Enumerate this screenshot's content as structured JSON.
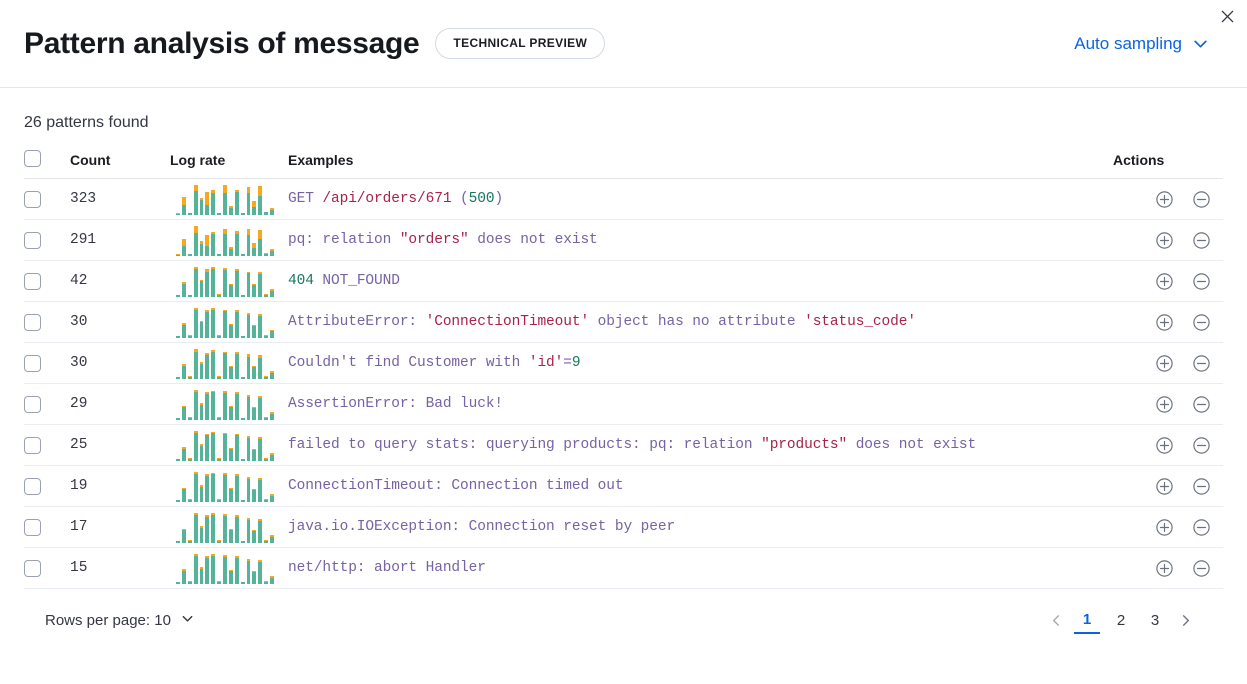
{
  "header": {
    "title": "Pattern analysis of message",
    "badge": "TECHNICAL PREVIEW",
    "sampling_label": "Auto sampling",
    "chevron_icon": "chevron-down-icon",
    "close_icon": "close-icon"
  },
  "summary": {
    "patterns_found": "26 patterns found"
  },
  "table": {
    "columns": [
      "",
      "Count",
      "Log rate",
      "Examples",
      "Actions"
    ],
    "rows": [
      {
        "count": "323",
        "example_tokens": [
          {
            "t": "GET ",
            "c": "kw"
          },
          {
            "t": "/api/orders/671",
            "c": "str"
          },
          {
            "t": " (",
            "c": "kw"
          },
          {
            "t": "500",
            "c": "num"
          },
          {
            "t": ")",
            "c": "kw"
          }
        ],
        "example_plain": "GET /api/orders/671 (500)",
        "spark": [
          [
            3,
            1
          ],
          [
            22,
            17
          ],
          [
            4,
            1
          ],
          [
            52,
            12
          ],
          [
            32,
            4
          ],
          [
            22,
            28
          ],
          [
            48,
            5
          ],
          [
            4,
            1
          ],
          [
            48,
            16
          ],
          [
            14,
            6
          ],
          [
            50,
            3
          ],
          [
            4,
            1
          ],
          [
            48,
            12
          ],
          [
            18,
            12
          ],
          [
            40,
            22
          ],
          [
            6,
            1
          ],
          [
            11,
            5
          ]
        ]
      },
      {
        "count": "291",
        "example_tokens": [
          {
            "t": "pq: relation ",
            "c": "kw"
          },
          {
            "t": "\"orders\"",
            "c": "str"
          },
          {
            "t": " does not exist",
            "c": "kw"
          }
        ],
        "example_plain": "pq: relation \"orders\" does not exist",
        "spark": [
          [
            3,
            1
          ],
          [
            24,
            16
          ],
          [
            5,
            1
          ],
          [
            56,
            16
          ],
          [
            30,
            6
          ],
          [
            24,
            26
          ],
          [
            52,
            6
          ],
          [
            5,
            1
          ],
          [
            52,
            14
          ],
          [
            16,
            6
          ],
          [
            54,
            5
          ],
          [
            4,
            1
          ],
          [
            50,
            14
          ],
          [
            20,
            12
          ],
          [
            42,
            20
          ],
          [
            6,
            1
          ],
          [
            12,
            6
          ]
        ]
      },
      {
        "count": "42",
        "example_tokens": [
          {
            "t": "404",
            "c": "num"
          },
          {
            "t": " NOT_FOUND",
            "c": "kw"
          }
        ],
        "example_plain": "404 NOT_FOUND",
        "spark": [
          [
            4,
            1
          ],
          [
            28,
            4
          ],
          [
            4,
            1
          ],
          [
            62,
            4
          ],
          [
            36,
            2
          ],
          [
            56,
            5
          ],
          [
            62,
            3
          ],
          [
            5,
            1
          ],
          [
            60,
            3
          ],
          [
            26,
            2
          ],
          [
            58,
            4
          ],
          [
            4,
            1
          ],
          [
            52,
            3
          ],
          [
            26,
            2
          ],
          [
            50,
            6
          ],
          [
            5,
            1
          ],
          [
            14,
            4
          ]
        ]
      },
      {
        "count": "30",
        "example_tokens": [
          {
            "t": "AttributeError: ",
            "c": "kw"
          },
          {
            "t": "'ConnectionTimeout'",
            "c": "str"
          },
          {
            "t": " object has no attribute ",
            "c": "kw"
          },
          {
            "t": "'status_code'",
            "c": "str"
          }
        ],
        "example_plain": "AttributeError: 'ConnectionTimeout' object has no attribute 'status_code'",
        "spark": [
          [
            4,
            1
          ],
          [
            28,
            4
          ],
          [
            5,
            1
          ],
          [
            60,
            4
          ],
          [
            34,
            3
          ],
          [
            56,
            3
          ],
          [
            60,
            4
          ],
          [
            5,
            1
          ],
          [
            58,
            2
          ],
          [
            28,
            2
          ],
          [
            56,
            3
          ],
          [
            4,
            1
          ],
          [
            50,
            4
          ],
          [
            26,
            2
          ],
          [
            48,
            4
          ],
          [
            5,
            1
          ],
          [
            14,
            3
          ]
        ]
      },
      {
        "count": "30",
        "example_tokens": [
          {
            "t": "Couldn't find Customer with ",
            "c": "kw"
          },
          {
            "t": "'id'",
            "c": "str"
          },
          {
            "t": "=",
            "c": "kw"
          },
          {
            "t": "9",
            "c": "num"
          }
        ],
        "example_plain": "Couldn't find Customer with 'id'=9",
        "spark": [
          [
            4,
            1
          ],
          [
            28,
            5
          ],
          [
            5,
            1
          ],
          [
            60,
            7
          ],
          [
            34,
            4
          ],
          [
            54,
            4
          ],
          [
            60,
            5
          ],
          [
            5,
            1
          ],
          [
            58,
            3
          ],
          [
            26,
            3
          ],
          [
            56,
            4
          ],
          [
            4,
            1
          ],
          [
            50,
            5
          ],
          [
            26,
            3
          ],
          [
            48,
            5
          ],
          [
            5,
            1
          ],
          [
            14,
            4
          ]
        ]
      },
      {
        "count": "29",
        "example_tokens": [
          {
            "t": "AssertionError: Bad luck!",
            "c": "kw"
          }
        ],
        "example_plain": "AssertionError: Bad luck!",
        "spark": [
          [
            4,
            1
          ],
          [
            26,
            4
          ],
          [
            5,
            1
          ],
          [
            58,
            4
          ],
          [
            32,
            3
          ],
          [
            54,
            4
          ],
          [
            58,
            3
          ],
          [
            5,
            1
          ],
          [
            56,
            3
          ],
          [
            26,
            2
          ],
          [
            54,
            4
          ],
          [
            4,
            1
          ],
          [
            48,
            3
          ],
          [
            24,
            3
          ],
          [
            46,
            4
          ],
          [
            5,
            1
          ],
          [
            13,
            3
          ]
        ]
      },
      {
        "count": "25",
        "example_tokens": [
          {
            "t": "failed to query stats: querying products: pq: relation ",
            "c": "kw"
          },
          {
            "t": "\"products\"",
            "c": "str"
          },
          {
            "t": " does not exist",
            "c": "kw"
          }
        ],
        "example_plain": "failed to query stats: querying products: pq: relation \"products\" does not exist",
        "spark": [
          [
            4,
            1
          ],
          [
            26,
            4
          ],
          [
            5,
            1
          ],
          [
            58,
            5
          ],
          [
            32,
            3
          ],
          [
            54,
            3
          ],
          [
            58,
            4
          ],
          [
            5,
            1
          ],
          [
            56,
            3
          ],
          [
            26,
            2
          ],
          [
            54,
            3
          ],
          [
            4,
            1
          ],
          [
            48,
            4
          ],
          [
            24,
            2
          ],
          [
            46,
            4
          ],
          [
            5,
            1
          ],
          [
            13,
            3
          ]
        ]
      },
      {
        "count": "19",
        "example_tokens": [
          {
            "t": "ConnectionTimeout: Connection timed out",
            "c": "kw"
          }
        ],
        "example_plain": "ConnectionTimeout: Connection timed out",
        "spark": [
          [
            4,
            1
          ],
          [
            26,
            4
          ],
          [
            5,
            1
          ],
          [
            58,
            4
          ],
          [
            32,
            3
          ],
          [
            54,
            4
          ],
          [
            58,
            3
          ],
          [
            5,
            1
          ],
          [
            56,
            3
          ],
          [
            26,
            3
          ],
          [
            54,
            3
          ],
          [
            4,
            1
          ],
          [
            48,
            3
          ],
          [
            24,
            2
          ],
          [
            46,
            4
          ],
          [
            5,
            1
          ],
          [
            13,
            3
          ]
        ]
      },
      {
        "count": "17",
        "example_tokens": [
          {
            "t": "java.io.IOException: Connection reset by peer",
            "c": "kw"
          }
        ],
        "example_plain": "java.io.IOException: Connection reset by peer",
        "spark": [
          [
            4,
            1
          ],
          [
            26,
            4
          ],
          [
            5,
            1
          ],
          [
            58,
            4
          ],
          [
            32,
            4
          ],
          [
            54,
            3
          ],
          [
            58,
            4
          ],
          [
            5,
            1
          ],
          [
            56,
            3
          ],
          [
            26,
            2
          ],
          [
            54,
            3
          ],
          [
            4,
            1
          ],
          [
            48,
            3
          ],
          [
            24,
            3
          ],
          [
            46,
            4
          ],
          [
            5,
            1
          ],
          [
            13,
            3
          ]
        ]
      },
      {
        "count": "15",
        "example_tokens": [
          {
            "t": "net/http: abort Handler",
            "c": "kw"
          }
        ],
        "example_plain": "net/http: abort Handler",
        "spark": [
          [
            4,
            1
          ],
          [
            26,
            5
          ],
          [
            5,
            1
          ],
          [
            58,
            4
          ],
          [
            32,
            3
          ],
          [
            54,
            4
          ],
          [
            58,
            4
          ],
          [
            5,
            1
          ],
          [
            56,
            3
          ],
          [
            26,
            2
          ],
          [
            54,
            4
          ],
          [
            4,
            1
          ],
          [
            48,
            4
          ],
          [
            24,
            2
          ],
          [
            46,
            4
          ],
          [
            5,
            1
          ],
          [
            13,
            3
          ]
        ]
      }
    ],
    "action_icons": {
      "add": "plus-circle-icon",
      "remove": "minus-circle-icon"
    }
  },
  "footer": {
    "rows_per_page": "Rows per page: 10",
    "pages": [
      "1",
      "2",
      "3"
    ],
    "active_page": "1",
    "prev_icon": "chevron-left-icon",
    "next_icon": "chevron-right-icon"
  },
  "colors": {
    "accent_blue": "#0b64dd",
    "spark_teal": "#54b399",
    "spark_orange": "#f8a81b",
    "token_keyword": "#7762a4",
    "token_string": "#a8234a",
    "token_number": "#17775c"
  }
}
